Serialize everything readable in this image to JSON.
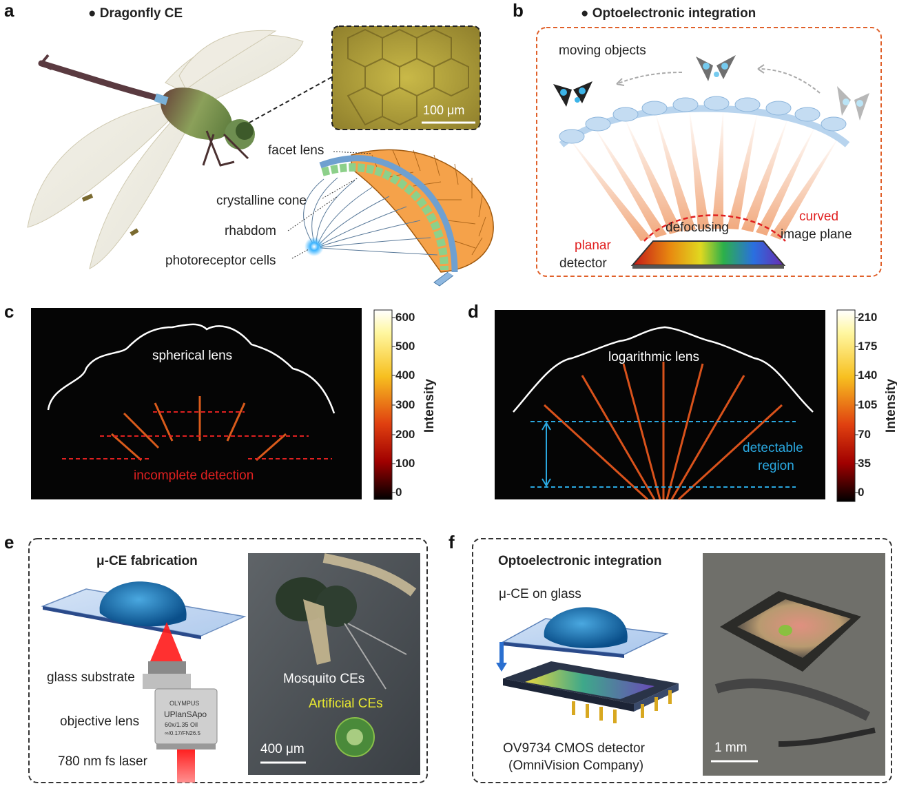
{
  "panel_a": {
    "label": "a",
    "title": "Dragonfly CE",
    "scale_bar": "100 μm",
    "labels": {
      "facet_lens": "facet lens",
      "crystalline_cone": "crystalline cone",
      "rhabdom": "rhabdom",
      "photoreceptor": "photoreceptor cells"
    }
  },
  "panel_b": {
    "label": "b",
    "title": "Optoelectronic integration",
    "moving_objects": "moving objects",
    "defocusing": "defocusing",
    "planar_red": "planar",
    "detector": "detector",
    "curved_red": "curved",
    "image_plane": "image plane",
    "colors": {
      "red": "#e02020",
      "border": "#e0602a"
    }
  },
  "panel_c": {
    "label": "c",
    "lens_label": "spherical lens",
    "note": "incomplete detection",
    "colorbar_ticks": [
      "600",
      "500",
      "400",
      "300",
      "200",
      "100",
      "0"
    ],
    "colorbar_label": "Intensity"
  },
  "panel_d": {
    "label": "d",
    "lens_label": "logarithmic lens",
    "note_line1": "detectable",
    "note_line2": "region",
    "colorbar_ticks": [
      "210",
      "175",
      "140",
      "105",
      "70",
      "35",
      "0"
    ],
    "colorbar_label": "Intensity",
    "colors": {
      "cyan": "#2aa8e0"
    }
  },
  "panel_e": {
    "label": "e",
    "title": "μ-CE fabrication",
    "glass": "glass substrate",
    "objective": "objective lens",
    "laser": "780 nm fs laser",
    "lens_brand": "OLYMPUS",
    "lens_model": "UPlanSApo",
    "lens_spec": "60x/1.35 Oil",
    "lens_spec2": "∞/0.17/FN26.5",
    "mosquito": "Mosquito CEs",
    "artificial": "Artificial CEs",
    "scale_bar": "400 μm"
  },
  "panel_f": {
    "label": "f",
    "title": "Optoelectronic integration",
    "uce": "μ-CE on glass",
    "cmos1": "OV9734 CMOS detector",
    "cmos2": "(OmniVision Company)",
    "scale_bar": "1 mm"
  }
}
